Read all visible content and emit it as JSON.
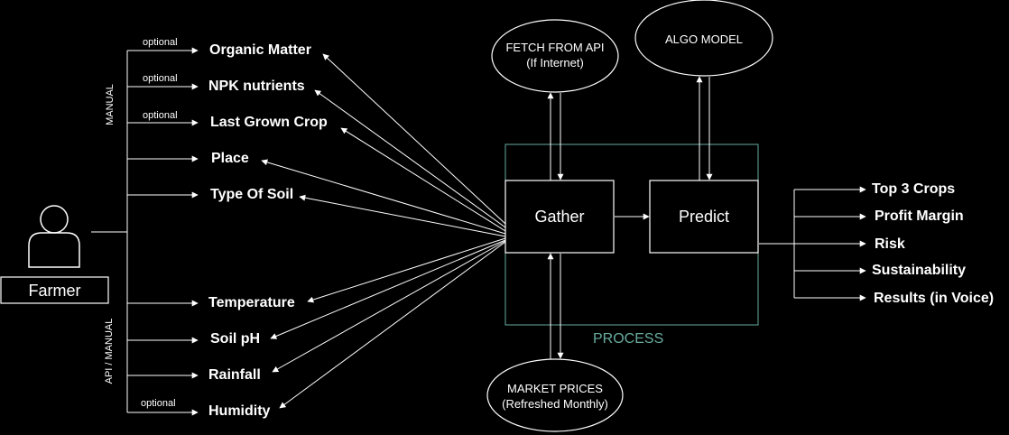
{
  "actor": {
    "label": "Farmer",
    "icon": "user-icon"
  },
  "manual_label": "MANUAL",
  "api_manual_label": "API / MANUAL",
  "inputs_top": [
    {
      "label": "Organic Matter",
      "tag": "optional"
    },
    {
      "label": "NPK nutrients",
      "tag": "optional"
    },
    {
      "label": "Last Grown Crop",
      "tag": "optional"
    },
    {
      "label": "Place",
      "tag": ""
    },
    {
      "label": "Type Of Soil",
      "tag": ""
    }
  ],
  "inputs_bottom": [
    {
      "label": "Temperature",
      "tag": ""
    },
    {
      "label": "Soil pH",
      "tag": ""
    },
    {
      "label": "Rainfall",
      "tag": ""
    },
    {
      "label": "Humidity",
      "tag": "optional"
    }
  ],
  "nodes": {
    "gather": "Gather",
    "predict": "Predict",
    "process": "PROCESS",
    "fetch_api": [
      "FETCH FROM API",
      "(If Internet)"
    ],
    "algo_model": "ALGO MODEL",
    "market_prices": [
      "MARKET PRICES",
      "(Refreshed Monthly)"
    ]
  },
  "outputs": [
    "Top 3 Crops",
    "Profit Margin",
    "Risk",
    "Sustainability",
    "Results (in Voice)"
  ],
  "colors": {
    "background": "#000000",
    "stroke": "#ffffff",
    "process_border": "#67ab9f",
    "process_text": "#67ab9f"
  }
}
